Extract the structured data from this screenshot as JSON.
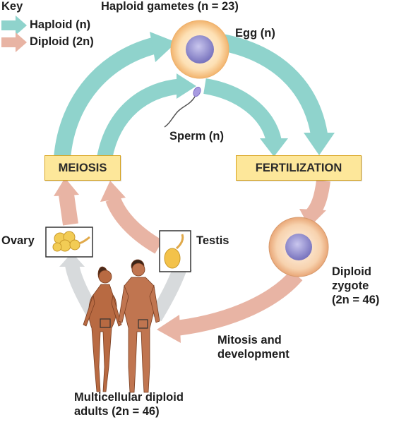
{
  "key": {
    "title": "Key",
    "haploid": "Haploid (n)",
    "diploid": "Diploid (2n)"
  },
  "labels": {
    "gametes": "Haploid gametes (n = 23)",
    "egg": "Egg (n)",
    "sperm": "Sperm (n)",
    "meiosis": "MEIOSIS",
    "fertilization": "FERTILIZATION",
    "ovary": "Ovary",
    "testis": "Testis",
    "zygote_line1": "Diploid",
    "zygote_line2": "zygote",
    "zygote_line3": "(2n = 46)",
    "mitosis_line1": "Mitosis and",
    "mitosis_line2": "development",
    "adults_line1": "Multicellular diploid",
    "adults_line2": "adults (2n = 46)"
  },
  "colors": {
    "haploid_arrow": "#8fd3cc",
    "diploid_arrow": "#e8b4a4",
    "organ_arrow": "#d7dadc",
    "process_box": "#fde79a",
    "cell_membrane": "#f7c98e",
    "nucleus": "#8a86c9",
    "skin": "#b86a42"
  }
}
